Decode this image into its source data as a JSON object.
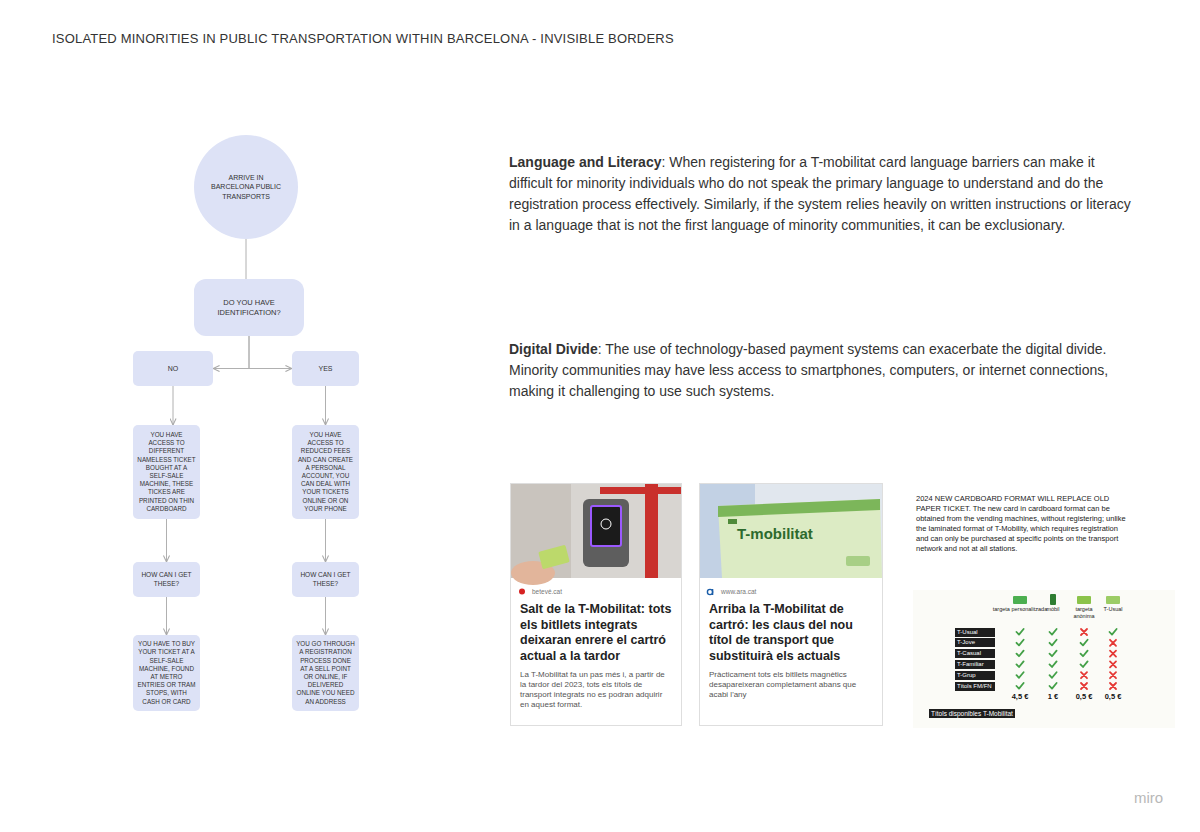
{
  "diagram": {
    "title": "ISOLATED MINORITIES IN PUBLIC TRANSPORTATION WITHIN BARCELONA - INVISIBLE BORDERS",
    "nodes": [
      {
        "text": [
          "ARRIVE IN BARCELONA PUBLIC TRANSPORTS"
        ]
      },
      {
        "text": [
          "DO YOU HAVE IDENTIFICATION?"
        ]
      },
      {
        "text": [
          "NO"
        ]
      },
      {
        "text": [
          "YES"
        ]
      },
      {
        "text": [
          "YOU HAVE ACCESS TO DIFFERENT NAMELESS TICKET BOUGHT AT A SELF-SALE MACHINE, THESE TICKES ARE PRINTED ON THIN CARDBOARD"
        ]
      },
      {
        "text": [
          "YOU HAVE ACCESS TO REDUCED FEES AND CAN CREATE A PERSONAL ACCOUNT, YOU CAN DEAL WITH YOUR TICKETS ONLINE OR ON YOUR PHONE"
        ]
      },
      {
        "text": [
          "HOW CAN I GET THESE?"
        ]
      },
      {
        "text": [
          "HOW CAN I GET THESE?"
        ]
      },
      {
        "text": [
          "YOU HAVE TO BUY YOUR TICKET AT A SELF-SALE MACHINE, FOUND AT METRO ENTRIES OR TRAM STOPS, WITH CASH OR CARD"
        ]
      },
      {
        "text": [
          "YOU GO THROUGH A REGISTRATION PROCESS DONE AT A SELL POINT OR ONLINE, IF DELIVERED ONLINE YOU NEED AN ADDRESS"
        ]
      },
      {
        "text": [
          "betevé.cat",
          "Salt de la T-Mobilitat: tots els bitllets integrats deixaran enrere el cartró actual a la tardor",
          "La T-Mobilitat fa un pas més i, a partir de la tardor del 2023, tots els títols de transport integrats no es podran adquirir en aquest format."
        ]
      },
      {
        "text": [
          "www.ara.cat",
          "Arriba la T-Mobilitat de cartró: les claus del nou títol de transport que substituirà els actuals",
          "Pràcticament tots els bitllets magnètics desapareixeran completament abans que acabi l'any"
        ]
      }
    ],
    "edges": [
      {
        "from": 0,
        "to": 1,
        "arrow": "none"
      },
      {
        "from": 1,
        "to": 2,
        "arrow": "to"
      },
      {
        "from": 1,
        "to": 3,
        "arrow": "to"
      },
      {
        "from": 2,
        "to": 4,
        "arrow": "to"
      },
      {
        "from": 4,
        "to": 6,
        "arrow": "to"
      },
      {
        "from": 6,
        "to": 8,
        "arrow": "to"
      },
      {
        "from": 3,
        "to": 5,
        "arrow": "to"
      },
      {
        "from": 5,
        "to": 7,
        "arrow": "to"
      },
      {
        "from": 7,
        "to": 9,
        "arrow": "to"
      }
    ],
    "labels": [
      "Language and Literacy",
      ": When registering for a T-mobilitat card language barriers can make it difficult for minority individuals who do not speak the primary language to understand and do the registration process effectively. Similarly, if the system relies heavily on written instructions or literacy in a language that is not the first language of minority communities, it can be exclusionary.",
      "Digital Divide",
      ": The use of technology-based payment systems can exacerbate the digital divide. Minority communities may have less access to smartphones, computers, or internet connections, making it challenging to use such systems.",
      "T-mobilitat",
      "2024 NEW CARDBOARD FORMAT WILL REPLACE OLD PAPER TICKET. The new card in cardboard format can be obtained from the vending machines, without registering; unlike the laminated format of T-Mobility, which requires registration and can only be purchased at specific points on the transport network and not at all stations.",
      "targeta personalitzada",
      "mòbil",
      "targeta anònima",
      "T-Usual",
      "T-Usual",
      "T-Jove",
      "T-Casual",
      "T-Familiar",
      "T-Grup",
      "Títols FM/FN",
      "4,5 €",
      "1 €",
      "0,5 €",
      "0,5 €",
      "Títols disponibles T-Mobilitat",
      "miro"
    ]
  }
}
